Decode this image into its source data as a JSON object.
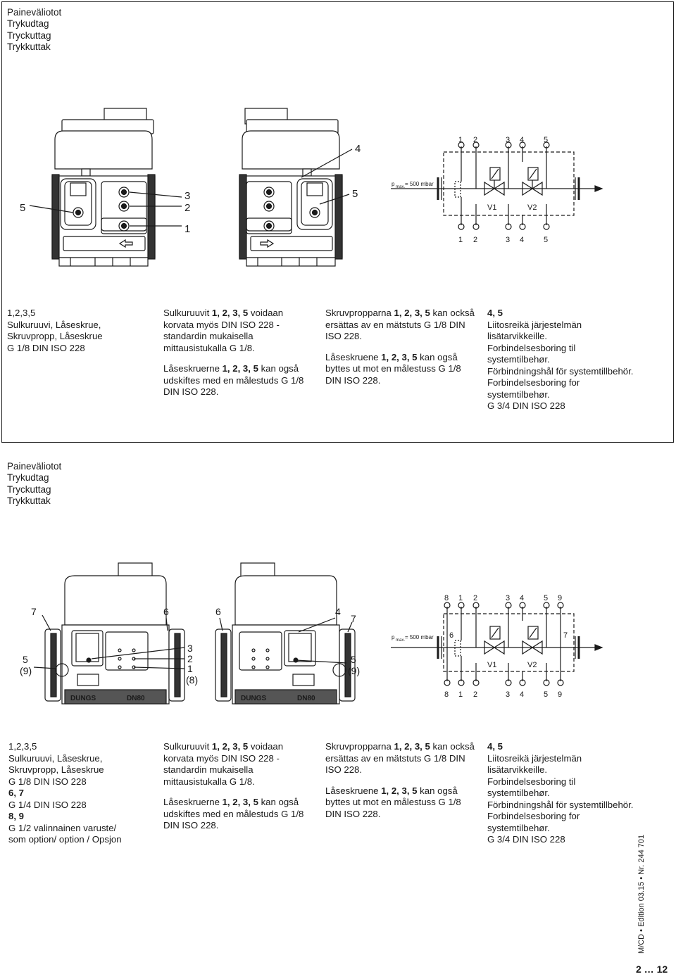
{
  "section1": {
    "heading": [
      "Paineväliotot",
      "Trykudtag",
      "Tryckuttag",
      "Trykkuttak"
    ],
    "callouts": {
      "left_valve": "5",
      "mid_top": "3",
      "mid_mid": "2",
      "mid_low": "1",
      "right_top": "4",
      "right_mid": "5"
    },
    "schematic": {
      "top_numbers": [
        "1",
        "2",
        "3",
        "4",
        "5"
      ],
      "bottom_numbers": [
        "1",
        "2",
        "3",
        "4",
        "5"
      ],
      "pmax_label": "p",
      "pmax_sub": "max.",
      "pmax_value": "= 500 mbar",
      "v1": "V1",
      "v2": "V2"
    },
    "col1": {
      "title": "1,2,3,5",
      "lines": [
        "Sulkuruuvi, Låseskrue,",
        "Skruvpropp, Låseskrue",
        "G 1/8 DIN ISO 228"
      ]
    },
    "col2": {
      "p1": {
        "prefix": "Sulkuruuvit ",
        "nums": "1, 2, 3, 5",
        "rest": " voidaan korvata myös DIN ISO 228 -standardin mukaisella mittausistukalla G 1/8."
      },
      "p2": {
        "prefix": "Låseskruerne ",
        "nums": "1, 2, 3, 5",
        "rest": " kan også udskiftes med en målestuds G 1/8 DIN ISO 228."
      }
    },
    "col3": {
      "p1": {
        "prefix": "Skruvpropparna ",
        "nums": "1, 2, 3, 5",
        "rest": " kan också ersättas av en mätstuts G 1/8 DIN ISO 228."
      },
      "p2": {
        "prefix": "Låseskruene ",
        "nums": "1, 2, 3, 5",
        "rest": " kan også byttes ut mot en målestuss G 1/8 DIN ISO 228."
      }
    },
    "col4": {
      "title": "4, 5",
      "lines": [
        "Liitosreikä järjestelmän lisätarvikkeille.",
        "Forbindelsesboring til systemtilbehør.",
        "Förbindningshål för systemtillbehör.",
        "Forbindelsesboring for systemtilbehør.",
        "G 3/4 DIN ISO 228"
      ]
    }
  },
  "section2": {
    "heading": [
      "Paineväliotot",
      "Trykudtag",
      "Tryckuttag",
      "Trykkuttak"
    ],
    "callouts": {
      "c7_left": "7",
      "c6_a": "6",
      "c6_b": "6",
      "c4": "4",
      "c7_right": "7",
      "c5_left": "5",
      "c9_left": "(9)",
      "c3": "3",
      "c2": "2",
      "c1": "1",
      "c8": "(8)",
      "c5_right": "5",
      "c9_right": "(9)"
    },
    "brand": {
      "name": "DUNGS",
      "size": "DN80"
    },
    "schematic": {
      "top_numbers": [
        "8",
        "1",
        "2",
        "3",
        "4",
        "5",
        "9"
      ],
      "bottom_numbers": [
        "8",
        "1",
        "2",
        "3",
        "4",
        "5",
        "9"
      ],
      "side6": "6",
      "side7": "7",
      "pmax_label": "p",
      "pmax_sub": "max.",
      "pmax_value": "= 500 mbar",
      "v1": "V1",
      "v2": "V2"
    },
    "col1": {
      "title": "1,2,3,5",
      "lines": [
        "Sulkuruuvi, Låseskrue,",
        "Skruvpropp, Låseskrue",
        "G 1/8 DIN ISO 228"
      ],
      "title2": "6, 7",
      "lines2": [
        "G 1/4 DIN ISO 228"
      ],
      "title3": "8, 9",
      "lines3": [
        "G 1/2 valinnainen varuste/",
        "som option/ option / Opsjon"
      ]
    },
    "col2": {
      "p1": {
        "prefix": "Sulkuruuvit ",
        "nums": "1, 2, 3, 5",
        "rest": " voidaan korvata myös DIN ISO 228 -standardin mukaisella mittausistukalla G 1/8."
      },
      "p2": {
        "prefix": "Låseskruerne ",
        "nums": "1, 2, 3, 5",
        "rest": " kan også udskiftes med en målestuds G 1/8 DIN ISO 228."
      }
    },
    "col3": {
      "p1": {
        "prefix": "Skruvpropparna ",
        "nums": "1, 2, 3, 5",
        "rest": " kan också ersättas av en mätstuts G 1/8 DIN ISO 228."
      },
      "p2": {
        "prefix": "Låseskruene ",
        "nums": "1, 2, 3, 5",
        "rest": " kan også byttes ut mot en målestuss G 1/8 DIN ISO 228."
      }
    },
    "col4": {
      "title": "4, 5",
      "lines": [
        "Liitosreikä järjestelmän lisätarvikkeille.",
        "Forbindelsesboring til systemtilbehør.",
        "Förbindningshål för systemtillbehör.",
        "Forbindelsesboring for systemtilbehør.",
        "G 3/4 DIN ISO 228"
      ]
    }
  },
  "footer": {
    "doc_id": "M/CD • Edition 03.15 • Nr. 244 701",
    "page": "2 … 12"
  }
}
